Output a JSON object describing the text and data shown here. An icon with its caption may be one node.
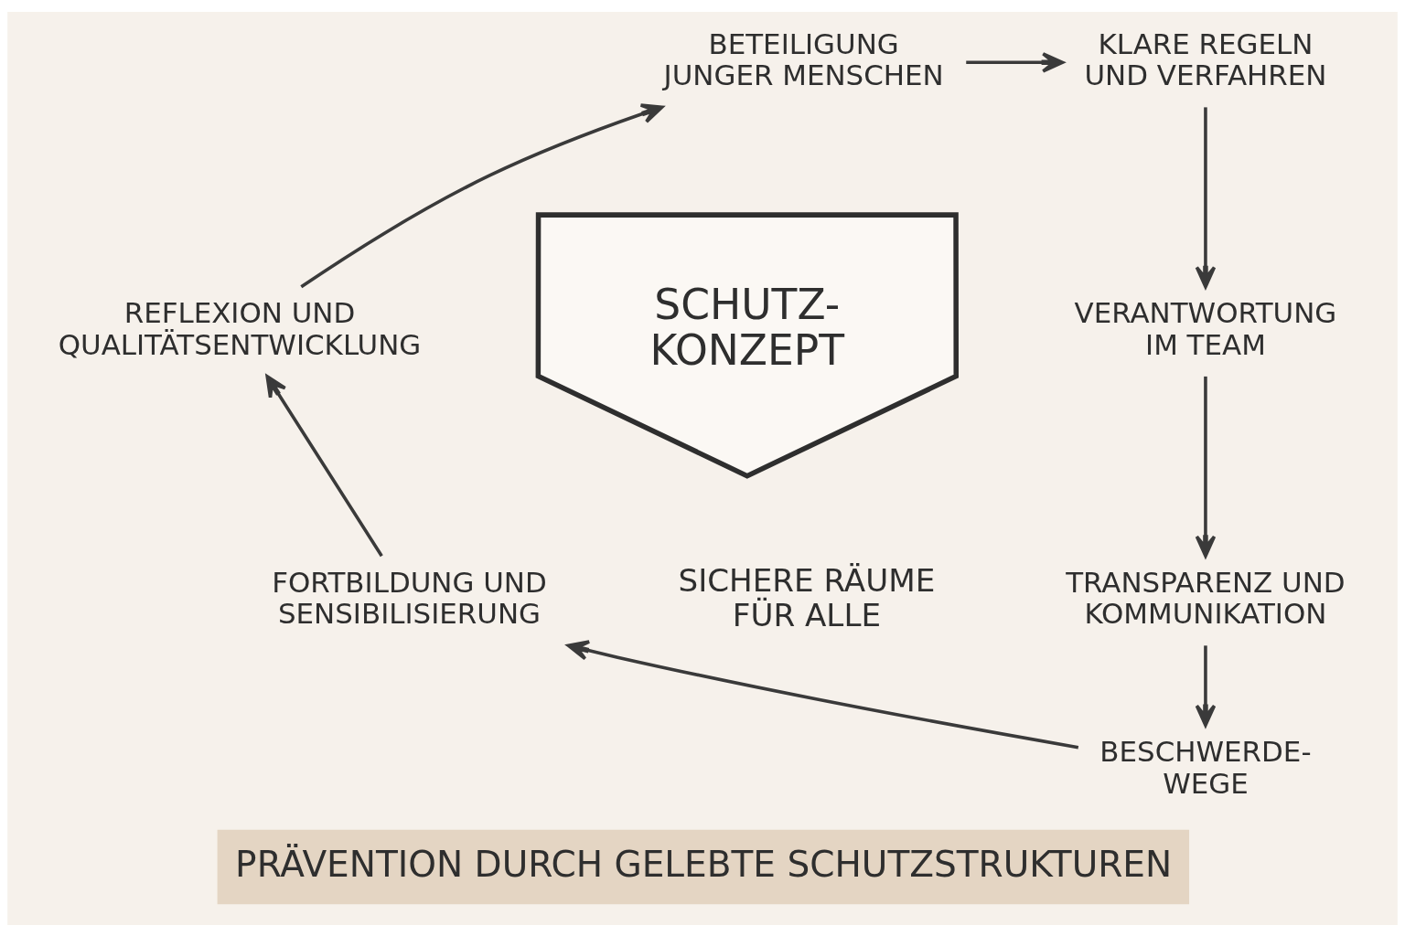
{
  "diagram": {
    "caption": "PRÄVENTION DURCH GELEBTE SCHUTZSTRUKTUREN",
    "nodes": [
      {
        "text": [
          "BETEILIGUNG JUNGER MENSCHEN"
        ]
      },
      {
        "text": [
          "KLARE REGELN UND VERFAHREN"
        ]
      },
      {
        "text": [
          "VERANTWORTUNG IM TEAM"
        ]
      },
      {
        "text": [
          "TRANSPARENZ UND KOMMUNIKATION"
        ]
      },
      {
        "text": [
          "BESCHWERDE- WEGE"
        ]
      },
      {
        "text": [
          "FORTBILDUNG UND SENSIBILISIERUNG"
        ]
      },
      {
        "text": [
          "REFLEXION UND QUALITÄTSENTWICKLUNG"
        ]
      },
      {
        "text": [
          "SCHUTZ- KONZEPT"
        ],
        "beside": [
          "SICHERE RÄUME FÜR ALLE"
        ]
      }
    ],
    "edges": [
      {
        "from": 0,
        "to": 1,
        "arrow": "to"
      },
      {
        "from": 1,
        "to": 2,
        "arrow": "to"
      },
      {
        "from": 2,
        "to": 3,
        "arrow": "to"
      },
      {
        "from": 3,
        "to": 4,
        "arrow": "to"
      },
      {
        "from": 4,
        "to": 5,
        "arrow": "to"
      },
      {
        "from": 5,
        "to": 6,
        "arrow": "to"
      },
      {
        "from": 6,
        "to": 0,
        "arrow": "to"
      }
    ]
  }
}
